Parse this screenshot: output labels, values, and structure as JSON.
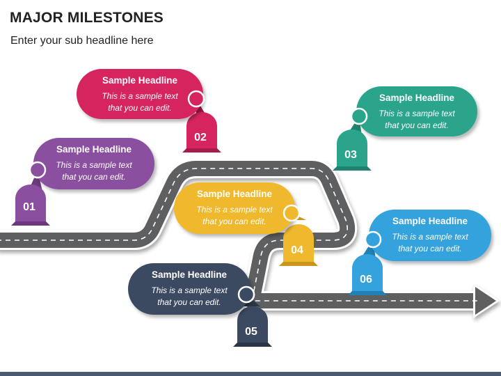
{
  "slide": {
    "title": "MAJOR MILESTONES",
    "subtitle": "Enter your sub headline here"
  },
  "milestones": [
    {
      "number": "01",
      "headline": "Sample Headline",
      "text_line1": "This is a sample text",
      "text_line2": "that you can edit.",
      "color": "#8a4f9e",
      "color_dark": "#6b3a7c"
    },
    {
      "number": "02",
      "headline": "Sample Headline",
      "text_line1": "This is a sample text",
      "text_line2": "that you can edit.",
      "color": "#d6245f",
      "color_dark": "#a81a49"
    },
    {
      "number": "03",
      "headline": "Sample Headline",
      "text_line1": "This is a sample text",
      "text_line2": "that you can edit.",
      "color": "#2aa58c",
      "color_dark": "#1f826e"
    },
    {
      "number": "04",
      "headline": "Sample Headline",
      "text_line1": "This is a sample text",
      "text_line2": "that you can edit.",
      "color": "#f0b92d",
      "color_dark": "#c9951c"
    },
    {
      "number": "05",
      "headline": "Sample Headline",
      "text_line1": "This is a sample text",
      "text_line2": "that you can edit.",
      "color": "#3c4a61",
      "color_dark": "#2a3547"
    },
    {
      "number": "06",
      "headline": "Sample Headline",
      "text_line1": "This is a sample text",
      "text_line2": "that you can edit.",
      "color": "#34a2dc",
      "color_dark": "#2380b5"
    }
  ]
}
